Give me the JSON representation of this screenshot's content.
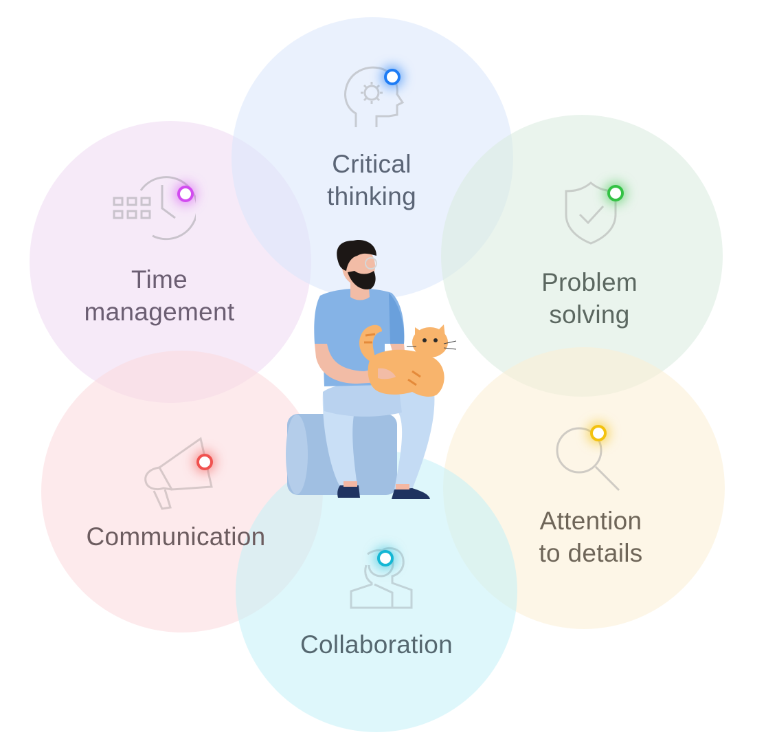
{
  "skills": [
    {
      "id": "time-management",
      "lines": [
        "Time",
        "management"
      ],
      "color": "#efd8f2",
      "dot_color": "#d24bf0",
      "icon": "calendar-clock-icon"
    },
    {
      "id": "critical-thinking",
      "lines": [
        "Critical",
        "thinking"
      ],
      "color": "#d8e6fb",
      "dot_color": "#1e7cf5",
      "icon": "head-gear-icon"
    },
    {
      "id": "problem-solving",
      "lines": [
        "Problem",
        "solving"
      ],
      "color": "#d9ebde",
      "dot_color": "#33c244",
      "icon": "shield-check-icon"
    },
    {
      "id": "attention-to-details",
      "lines": [
        "Attention",
        "to details"
      ],
      "color": "#fcefd3",
      "dot_color": "#f3c20f",
      "icon": "magnifier-icon"
    },
    {
      "id": "collaboration",
      "lines": [
        "Collaboration"
      ],
      "color": "#c3f0f8",
      "dot_color": "#14b7d4",
      "icon": "people-icon"
    },
    {
      "id": "communication",
      "lines": [
        "Communication"
      ],
      "color": "#fbd9dc",
      "dot_color": "#f0524f",
      "icon": "megaphone-icon"
    }
  ],
  "text_colors": {
    "time-management": "#6b5e72",
    "critical-thinking": "#5b6576",
    "problem-solving": "#5b6760",
    "attention-to-details": "#6e6558",
    "collaboration": "#55676f",
    "communication": "#6c5c5f"
  },
  "illustration": "person-with-cat-illustration"
}
